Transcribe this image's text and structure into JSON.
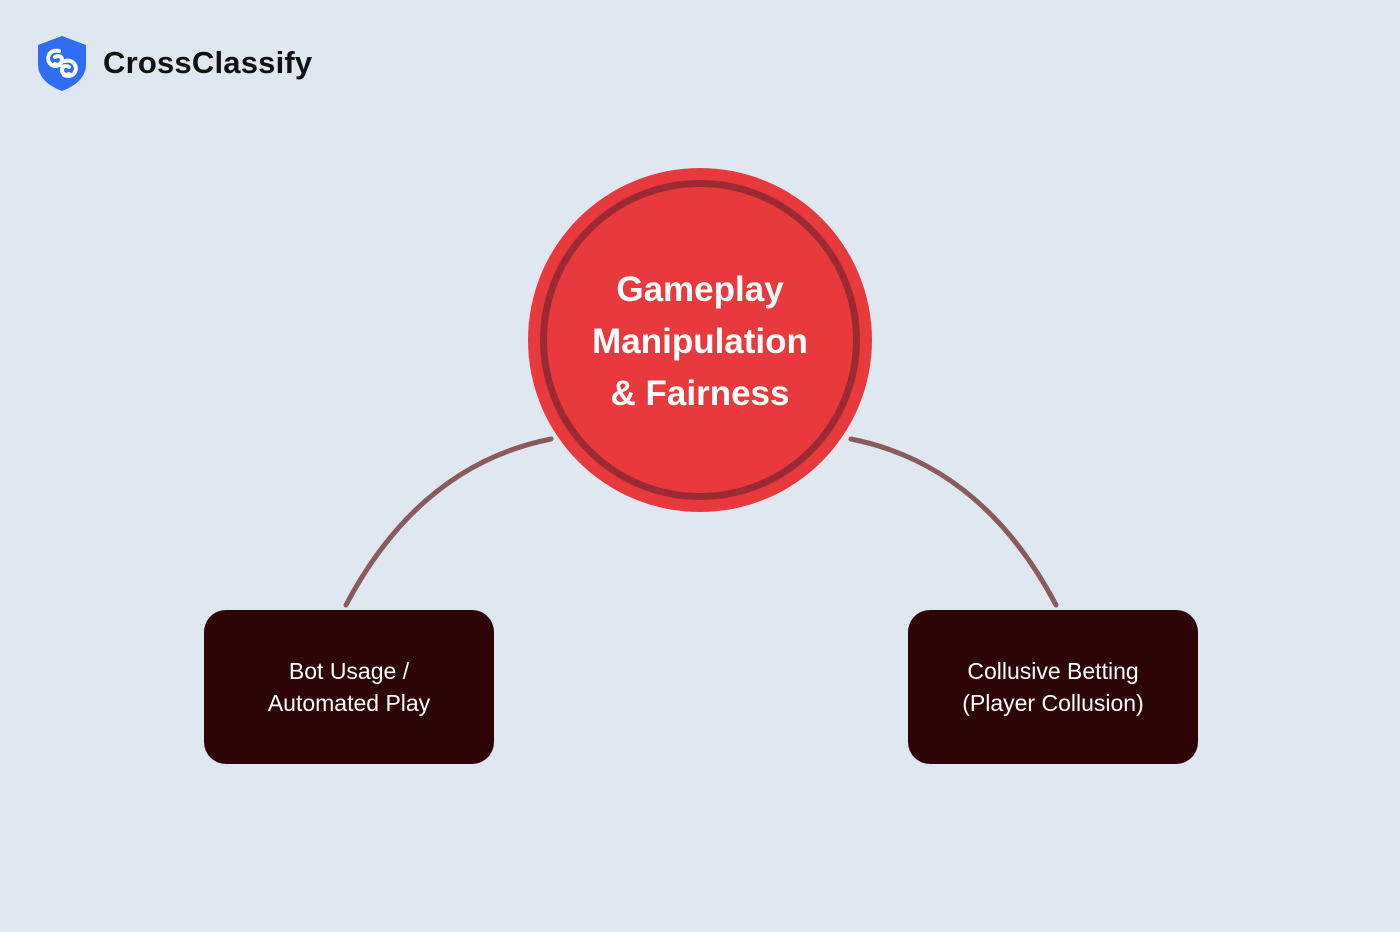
{
  "brand": {
    "name": "CrossClassify",
    "icon": "shield-link-icon",
    "color": "#2f6ef2"
  },
  "diagram": {
    "center": {
      "lines": [
        "Gameplay",
        "Manipulation",
        "& Fairness"
      ],
      "fill_color": "#e8393d",
      "ring_color": "#9c2a35"
    },
    "children": [
      {
        "lines": [
          "Bot Usage /",
          "Automated Play"
        ]
      },
      {
        "lines": [
          "Collusive Betting",
          "(Player Collusion)"
        ]
      }
    ],
    "node_color": "#2e0506",
    "connector_color": "#8a5a5c",
    "background_color": "#dfe7f0"
  }
}
